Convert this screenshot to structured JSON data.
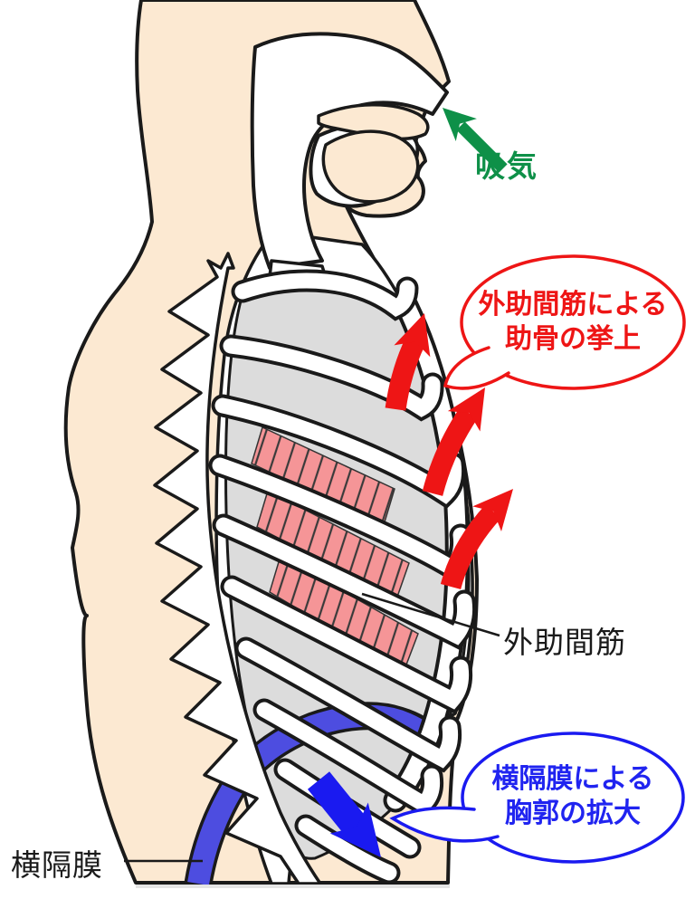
{
  "figure": {
    "description": "inspiration-mechanism-anatomy-diagram",
    "labels": {
      "inhale": "吸気",
      "intercostal": "外助間筋",
      "diaphragm": "横隔膜"
    },
    "bubbles": {
      "rib_elevation": {
        "line1": "外助間筋による",
        "line2": "助骨の挙上"
      },
      "thorax_expansion": {
        "line1": "横隔膜による",
        "line2": "胸郭の拡大"
      }
    },
    "colors": {
      "skin": "#FCE9D2",
      "thorax_gray": "#DCDCDC",
      "muscle_pink": "#F59597",
      "red": "#EE1515",
      "blue": "#1A1AF0",
      "diaphragm_blue": "#4D4DE0",
      "green": "#0E9048",
      "outline": "#1A1A1A"
    }
  }
}
